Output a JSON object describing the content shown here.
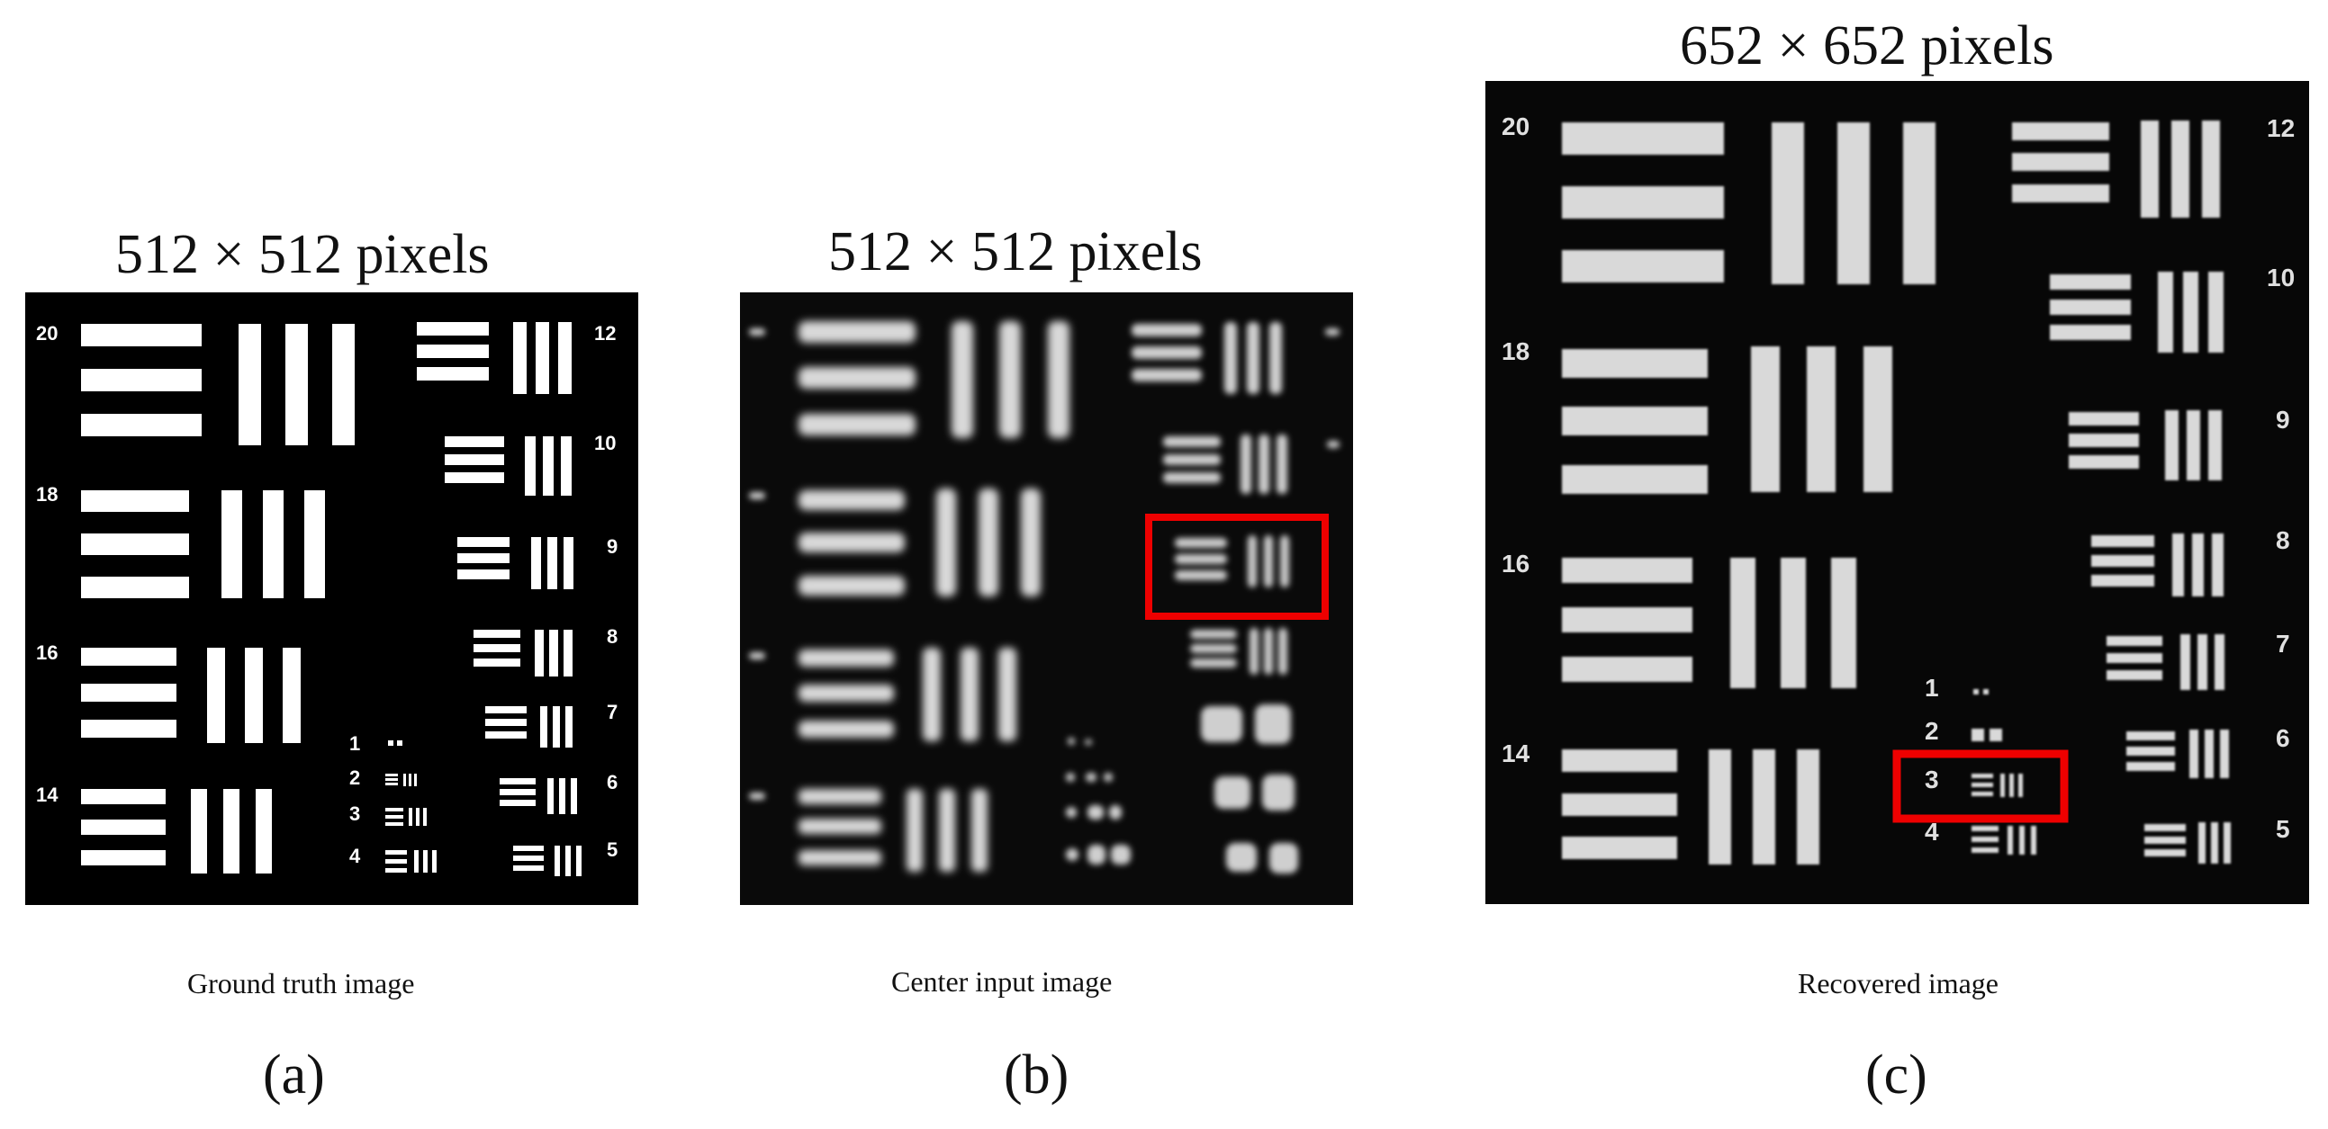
{
  "panels": [
    {
      "id": "a",
      "title": "512 × 512 pixels",
      "caption": "Ground truth image",
      "letter": "(a)",
      "labels": {
        "l20": "20",
        "l18": "18",
        "l16": "16",
        "l14": "14",
        "r12": "12",
        "r10": "10",
        "r9": "9",
        "r8": "8",
        "r7": "7",
        "r6": "6",
        "r5": "5",
        "s1": "1",
        "s2": "2",
        "s3": "3",
        "s4": "4"
      },
      "highlight": false
    },
    {
      "id": "b",
      "title": "512 × 512 pixels",
      "caption": "Center input image",
      "letter": "(b)",
      "labels": {},
      "highlight": true
    },
    {
      "id": "c",
      "title": "652 × 652 pixels",
      "caption": "Recovered image",
      "letter": "(c)",
      "labels": {
        "l20": "20",
        "l18": "18",
        "l16": "16",
        "l14": "14",
        "r12": "12",
        "r10": "10",
        "r9": "9",
        "r8": "8",
        "r7": "7",
        "r6": "6",
        "r5": "5",
        "s1": "1",
        "s2": "2",
        "s3": "3",
        "s4": "4"
      },
      "highlight": true
    }
  ],
  "colors": {
    "background": "#000000",
    "bars_sharp": "#ffffff",
    "bars_blurred": "#d8d8d8",
    "highlight_box": "#ee0000"
  }
}
